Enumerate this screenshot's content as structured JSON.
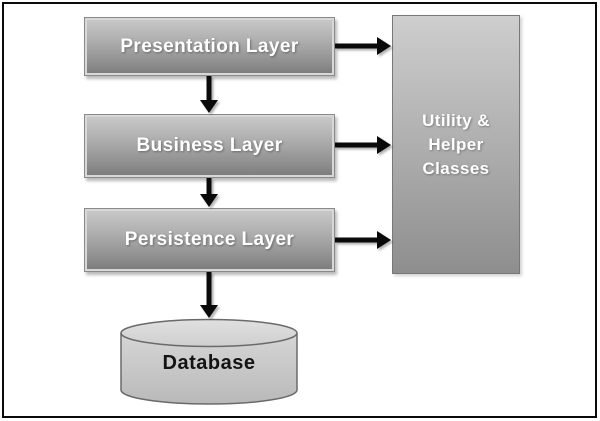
{
  "diagram": {
    "type": "layered-architecture-diagram",
    "nodes": {
      "presentation": {
        "label": "Presentation Layer",
        "shape": "box"
      },
      "business": {
        "label": "Business Layer",
        "shape": "box"
      },
      "persistence": {
        "label": "Persistence Layer",
        "shape": "box"
      },
      "utility": {
        "label": "Utility &\nHelper\nClasses",
        "shape": "box"
      },
      "database": {
        "label": "Database",
        "shape": "cylinder"
      }
    },
    "edges": [
      {
        "from": "Presentation Layer",
        "to": "Business Layer",
        "direction": "down"
      },
      {
        "from": "Business Layer",
        "to": "Persistence Layer",
        "direction": "down"
      },
      {
        "from": "Persistence Layer",
        "to": "Database",
        "direction": "down"
      },
      {
        "from": "Presentation Layer",
        "to": "Utility & Helper Classes",
        "direction": "right"
      },
      {
        "from": "Business Layer",
        "to": "Utility & Helper Classes",
        "direction": "right"
      },
      {
        "from": "Persistence Layer",
        "to": "Utility & Helper Classes",
        "direction": "right"
      }
    ],
    "colors": {
      "box_gradient_top": "#cacaca",
      "box_gradient_bottom": "#7a7a7a",
      "utility_gradient_top": "#cecece",
      "utility_gradient_bottom": "#8e8e8e",
      "cylinder_fill_top": "#dcdcdc",
      "cylinder_fill_bottom": "#b9b9b9",
      "label_light": "#ffffff",
      "label_dark": "#141414",
      "arrow": "#000000",
      "background": "#ffffff",
      "frame_border": "#0a0a0a"
    }
  }
}
